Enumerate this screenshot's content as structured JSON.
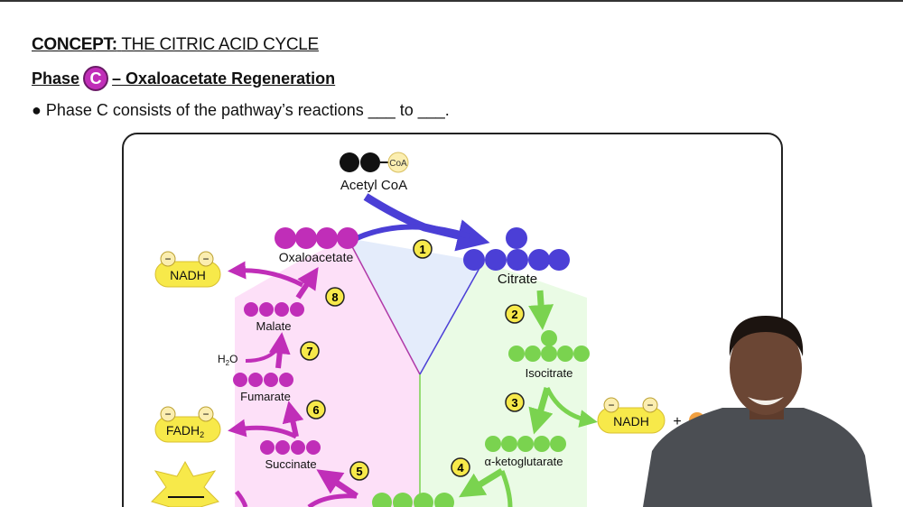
{
  "header": {
    "concept_label": "CONCEPT:",
    "concept_title": "THE CITRIC ACID CYCLE"
  },
  "phase": {
    "prefix": "Phase",
    "badge": "C",
    "title": "– Oxaloacetate Regeneration"
  },
  "bullet": "● Phase C consists of the pathway’s reactions ___ to ___.",
  "diagram": {
    "molecules": {
      "acetyl_coa": "Acetyl CoA",
      "coa": "CoA",
      "oxaloacetate": "Oxaloacetate",
      "citrate": "Citrate",
      "isocitrate": "Isocitrate",
      "alpha_ketoglutarate": "α-ketoglutarate",
      "succinate": "Succinate",
      "fumarate": "Fumarate",
      "malate": "Malate",
      "water": "H",
      "water_sub": "2",
      "water_o": "O"
    },
    "carriers": {
      "nadh_left": "NADH",
      "fadh2": "FADH",
      "fadh2_sub": "2",
      "nadh_right": "NADH",
      "plus": "+"
    },
    "steps": [
      "1",
      "2",
      "3",
      "4",
      "5",
      "6",
      "7",
      "8"
    ]
  },
  "colors": {
    "phase_c": "#c02eb8",
    "phase_a": "#4b3fd6",
    "phase_b": "#7ad34f",
    "carrier": "#f7e94a"
  }
}
